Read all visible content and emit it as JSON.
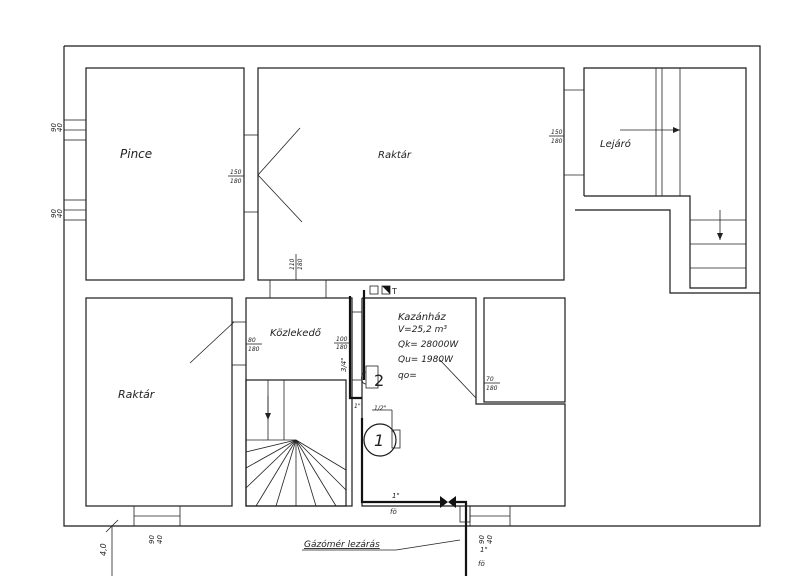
{
  "rooms": {
    "pince": "Pince",
    "raktar_top": "Raktár",
    "lejaro": "Lejáró",
    "kozlekedo": "Közlekedő",
    "kazanhaz": "Kazánház",
    "raktar_bottom": "Raktár"
  },
  "kazanhaz_specs": {
    "volume": "V=25,2 m³",
    "qk": "Qk= 28000W",
    "qu": "Qu= 1980W",
    "qo": "qo="
  },
  "window_dims": {
    "pince_1_top": "90",
    "pince_1_bottom": "40",
    "pince_2_top": "90",
    "pince_2_bottom": "40",
    "raktar_bottom_w": "90",
    "raktar_bottom_h": "40",
    "kazanhaz_bottom_w": "90",
    "kazanhaz_bottom_h": "40"
  },
  "door_dims": {
    "pince_raktar_top": "150",
    "pince_raktar_bottom": "180",
    "raktar_lejaro_top": "150",
    "raktar_lejaro_bottom": "180",
    "raktar_kozl_top": "110",
    "raktar_kozl_bottom": "180",
    "kozl_raktar_top": "80",
    "kozl_raktar_bottom": "180",
    "kozl_kazan_top": "100",
    "kozl_kazan_bottom": "180",
    "kazan_right_top": "70",
    "kazan_right_bottom": "180"
  },
  "pipe_labels": {
    "riser": "3/4\"",
    "small_1": "1\"",
    "small_2": "1/2\"",
    "main_1": "1\"",
    "main_2": "fö",
    "gas_1": "1\"",
    "gas_2": "fö"
  },
  "equipment": {
    "boiler_number": "1",
    "heater_number": "2",
    "t_mark": "T"
  },
  "dimension": {
    "wall_height": "4,0"
  },
  "annotation": {
    "gas_meter": "Gázómér lezárás"
  }
}
